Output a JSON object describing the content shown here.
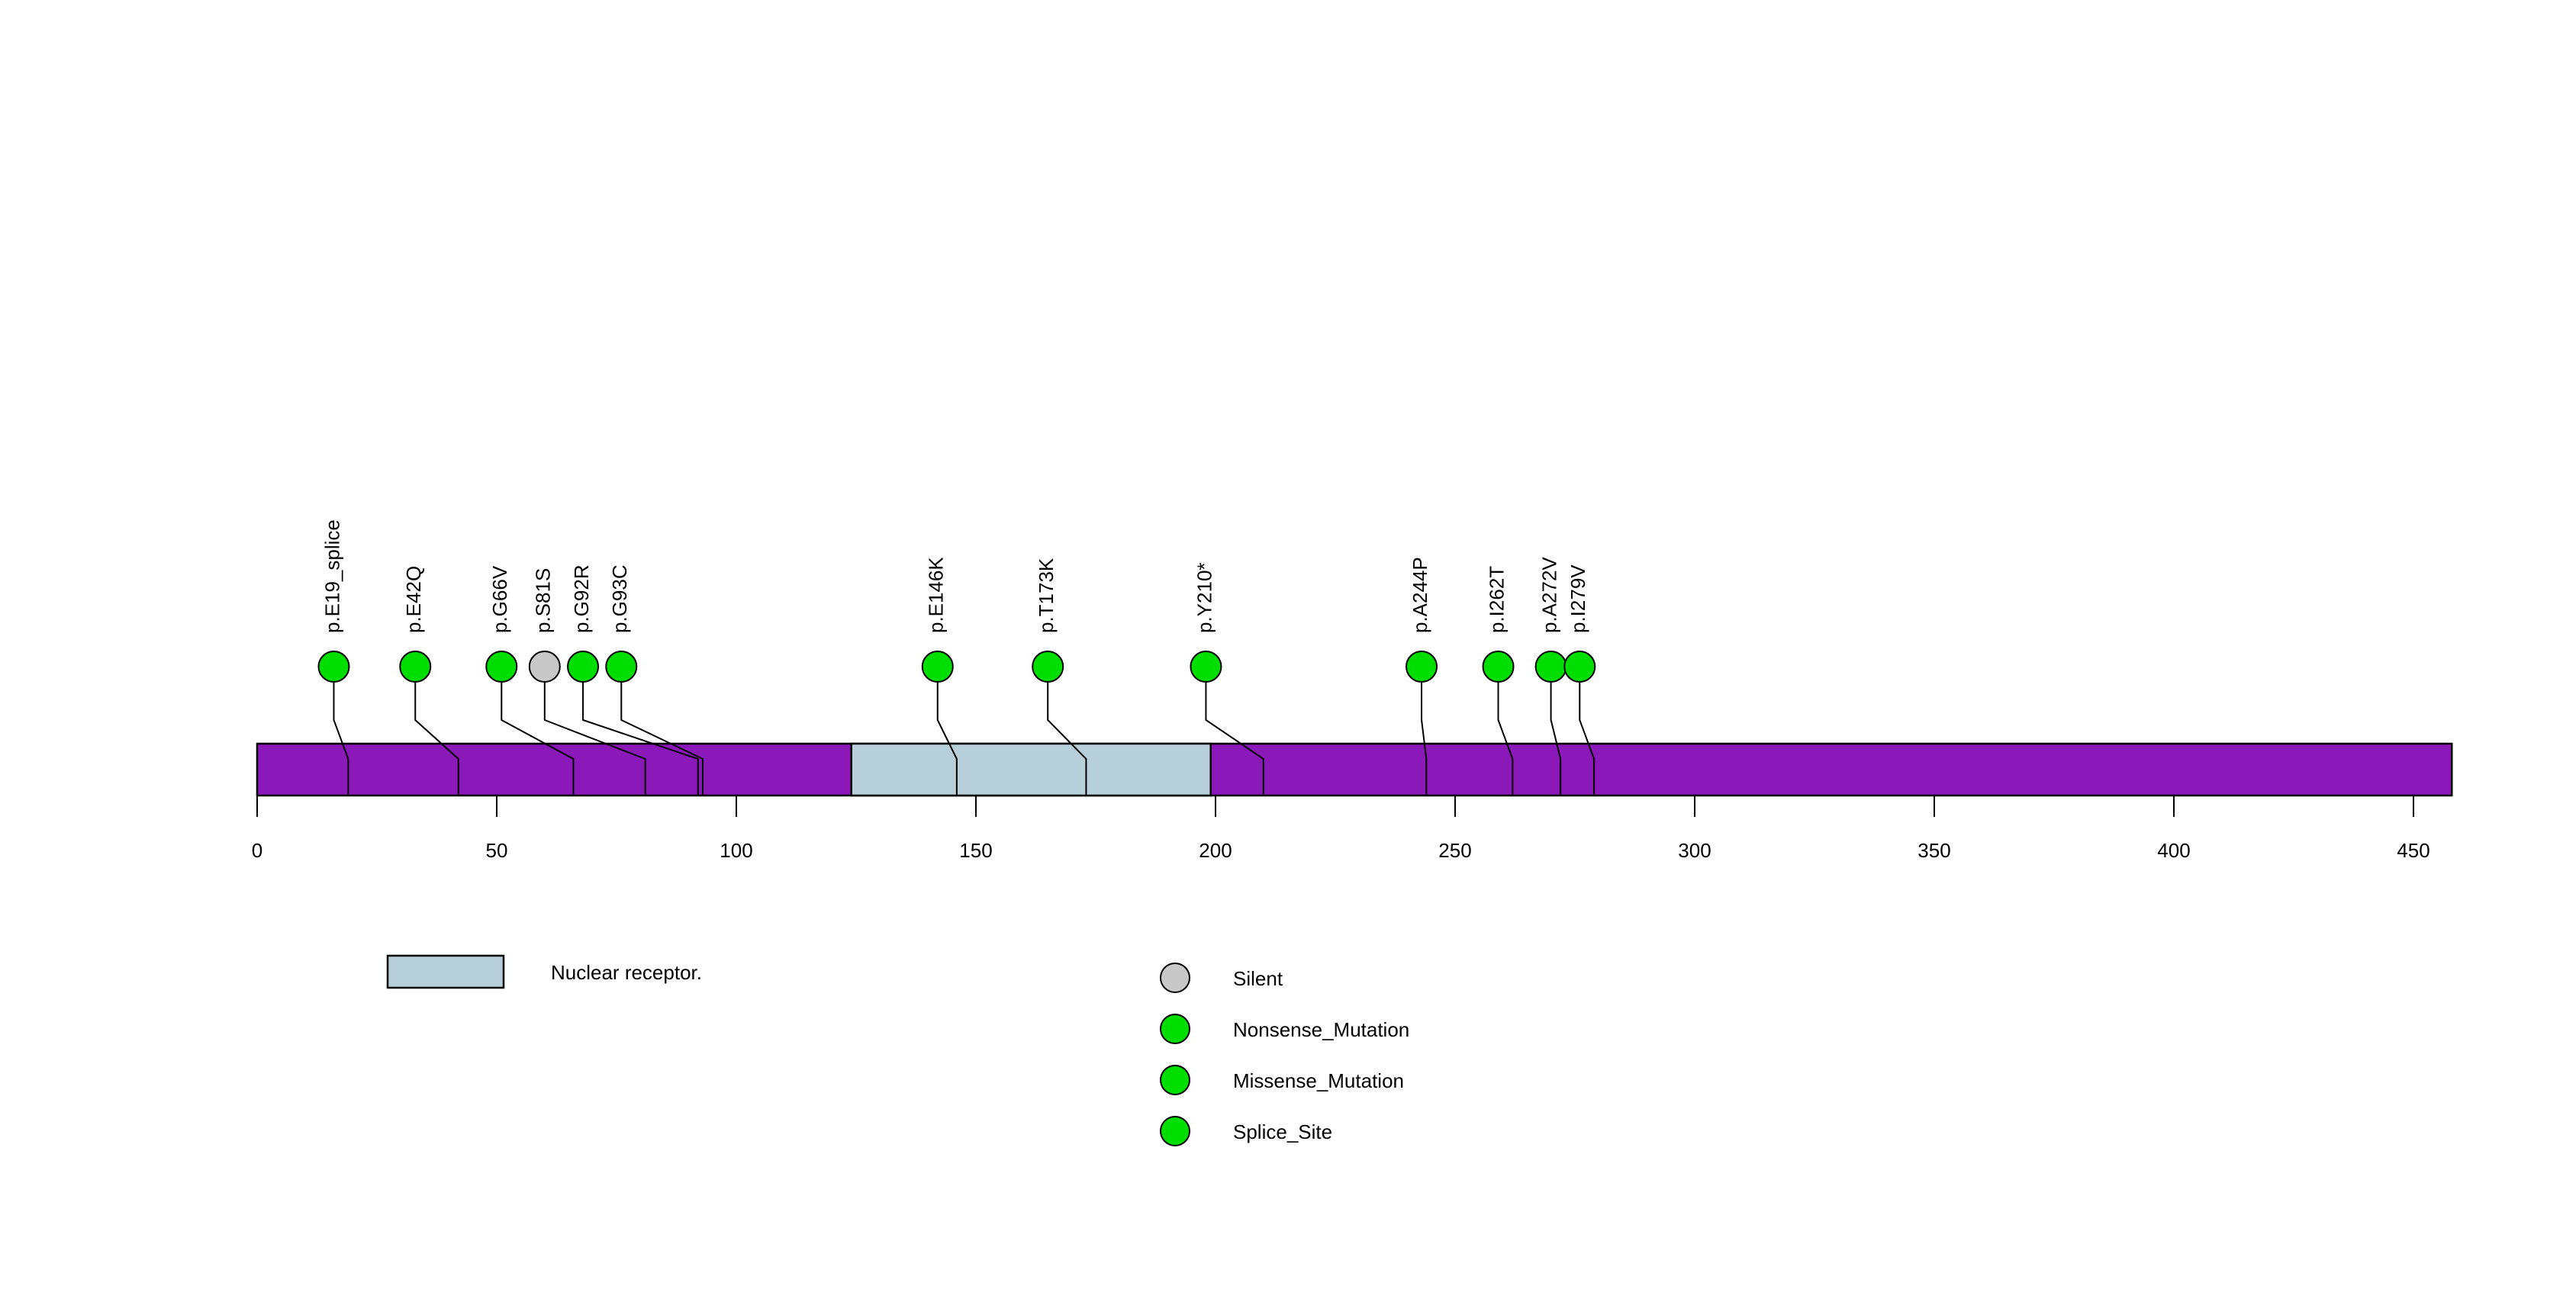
{
  "chart_data": {
    "type": "lollipop",
    "title": "",
    "xlabel": "",
    "ylabel": "",
    "xlim": [
      0,
      458
    ],
    "axis_ticks": [
      "0",
      "50",
      "100",
      "150",
      "200",
      "250",
      "300",
      "350",
      "400",
      "450"
    ],
    "axis_tick_values": [
      0,
      50,
      100,
      150,
      200,
      250,
      300,
      350,
      400,
      450
    ],
    "protein_length": 458,
    "backbone_color": "#8B18B8",
    "domains": [
      {
        "name": "Nuclear receptor.",
        "start": 124,
        "end": 199,
        "color": "#B7CFD9"
      }
    ],
    "mutations": [
      {
        "label": "p.E19_splice",
        "position": 19,
        "label_position": 16,
        "type": "Splice_Site",
        "color": "#00DD00"
      },
      {
        "label": "p.E42Q",
        "position": 42,
        "label_position": 33,
        "type": "Missense_Mutation",
        "color": "#00DD00"
      },
      {
        "label": "p.G66V",
        "position": 66,
        "label_position": 51,
        "type": "Missense_Mutation",
        "color": "#00DD00"
      },
      {
        "label": "p.S81S",
        "position": 81,
        "label_position": 60,
        "type": "Silent",
        "color": "#C8C8C8"
      },
      {
        "label": "p.G92R",
        "position": 92,
        "label_position": 68,
        "type": "Missense_Mutation",
        "color": "#00DD00"
      },
      {
        "label": "p.G93C",
        "position": 93,
        "label_position": 76,
        "type": "Missense_Mutation",
        "color": "#00DD00"
      },
      {
        "label": "p.E146K",
        "position": 146,
        "label_position": 142,
        "type": "Missense_Mutation",
        "color": "#00DD00"
      },
      {
        "label": "p.T173K",
        "position": 173,
        "label_position": 165,
        "type": "Missense_Mutation",
        "color": "#00DD00"
      },
      {
        "label": "p.Y210*",
        "position": 210,
        "label_position": 198,
        "type": "Nonsense_Mutation",
        "color": "#00DD00"
      },
      {
        "label": "p.A244P",
        "position": 244,
        "label_position": 243,
        "type": "Missense_Mutation",
        "color": "#00DD00"
      },
      {
        "label": "p.I262T",
        "position": 262,
        "label_position": 259,
        "type": "Missense_Mutation",
        "color": "#00DD00"
      },
      {
        "label": "p.A272V",
        "position": 272,
        "label_position": 270,
        "type": "Missense_Mutation",
        "color": "#00DD00"
      },
      {
        "label": "p.I279V",
        "position": 279,
        "label_position": 276,
        "type": "Missense_Mutation",
        "color": "#00DD00"
      }
    ]
  },
  "axis": {
    "ticks": [
      {
        "label": "0",
        "value": 0
      },
      {
        "label": "50",
        "value": 50
      },
      {
        "label": "100",
        "value": 100
      },
      {
        "label": "150",
        "value": 150
      },
      {
        "label": "200",
        "value": 200
      },
      {
        "label": "250",
        "value": 250
      },
      {
        "label": "300",
        "value": 300
      },
      {
        "label": "350",
        "value": 350
      },
      {
        "label": "400",
        "value": 400
      },
      {
        "label": "450",
        "value": 450
      }
    ]
  },
  "domain_legend": {
    "items": [
      {
        "label": "Nuclear receptor.",
        "color": "#B7CFD9"
      }
    ]
  },
  "mutation_legend": {
    "items": [
      {
        "label": "Silent",
        "color": "#C8C8C8"
      },
      {
        "label": "Nonsense_Mutation",
        "color": "#00DD00"
      },
      {
        "label": "Missense_Mutation",
        "color": "#00DD00"
      },
      {
        "label": "Splice_Site",
        "color": "#00DD00"
      }
    ]
  }
}
